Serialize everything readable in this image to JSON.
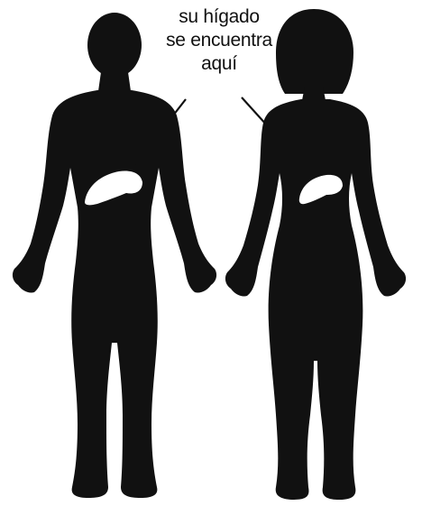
{
  "caption": {
    "lines": [
      "su hígado",
      "se encuentra",
      "aquí"
    ]
  },
  "figures": {
    "man": {
      "icon": "male-silhouette"
    },
    "woman": {
      "icon": "female-silhouette"
    }
  },
  "colors": {
    "silhouette": "#111111",
    "liver": "#ffffff",
    "background": "#ffffff"
  }
}
